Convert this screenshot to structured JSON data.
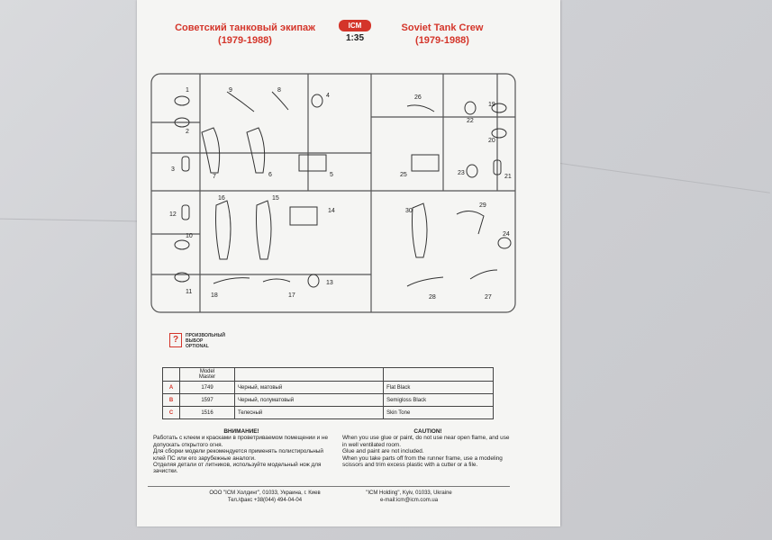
{
  "header": {
    "title_ru_line1": "Советский танковый экипаж",
    "title_ru_line2": "(1979-1988)",
    "title_en_line1": "Soviet Tank Crew",
    "title_en_line2": "(1979-1988)",
    "logo_text": "ICM",
    "scale": "1:35"
  },
  "sprue": {
    "part_numbers": [
      "1",
      "2",
      "3",
      "4",
      "5",
      "6",
      "7",
      "8",
      "9",
      "10",
      "11",
      "12",
      "13",
      "14",
      "15",
      "16",
      "17",
      "18",
      "19",
      "20",
      "21",
      "22",
      "23",
      "24",
      "25",
      "26",
      "27",
      "28",
      "29",
      "30"
    ]
  },
  "optional": {
    "symbol": "?",
    "line1": "ПРОИЗВОЛЬНЫЙ",
    "line2": "ВЫБОР",
    "line3": "OPTIONAL"
  },
  "paint_table": {
    "header_model": "Model",
    "header_master": "Master",
    "rows": [
      {
        "code": "A",
        "number": "1749",
        "ru": "Черный, матовый",
        "en": "Flat Black"
      },
      {
        "code": "B",
        "number": "1597",
        "ru": "Черный, полуматовый",
        "en": "Semigloss Black"
      },
      {
        "code": "C",
        "number": "1516",
        "ru": "Телесный",
        "en": "Skin Tone"
      }
    ]
  },
  "warning_ru": {
    "title": "ВНИМАНИЕ!",
    "p1": "Работать с клеем и красками в проветриваемом помещении и не допускать открытого огня.",
    "p2": "Для сборки модели рекомендуется применять полистирольный клей ПС или его зарубежные аналоги.",
    "p3": "Отделяя детали от литников, используйте модельный нож для зачистки."
  },
  "warning_en": {
    "title": "CAUTION!",
    "p1": "When you use glue or paint, do not use near open flame, and use in well ventilated room.",
    "p2": "Glue and paint are not included.",
    "p3": "When you take parts off from the runner frame, use a modeling scissors and trim excess plastic with a cutter or a file."
  },
  "footer": {
    "ru_line1": "ООО \"ICM Холдинг\", 01033, Украина, г. Киев",
    "ru_line2": "Тел./факс +38(044) 494-04-04",
    "en_line1": "\"ICM Holding\", Kyiv, 01033, Ukraine",
    "en_line2": "e-mail:icm@icm.com.ua"
  }
}
